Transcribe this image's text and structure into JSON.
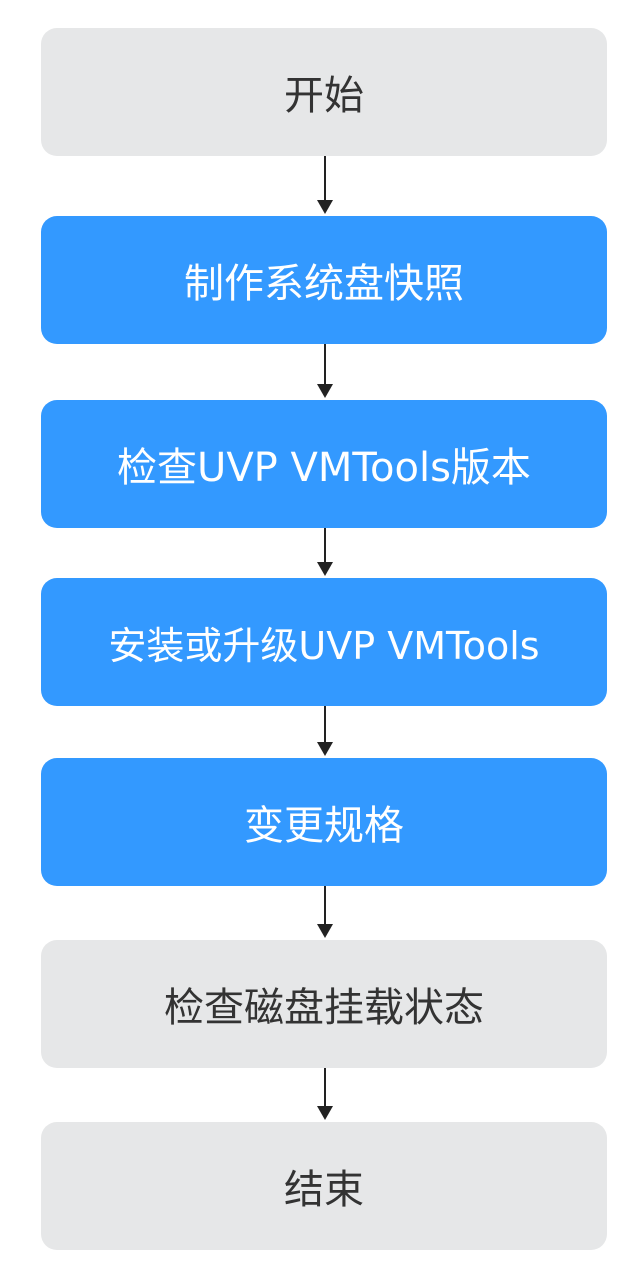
{
  "flowchart": {
    "steps": [
      {
        "label": "开始",
        "style": "gray"
      },
      {
        "label": "制作系统盘快照",
        "style": "blue"
      },
      {
        "label": "检查UVP VMTools版本",
        "style": "blue"
      },
      {
        "label": "安装或升级UVP VMTools",
        "style": "blue"
      },
      {
        "label": "变更规格",
        "style": "blue"
      },
      {
        "label": "检查磁盘挂载状态",
        "style": "gray"
      },
      {
        "label": "结束",
        "style": "gray"
      }
    ],
    "colors": {
      "gray_box": "#e6e7e8",
      "gray_text": "#333333",
      "blue_box": "#3399ff",
      "blue_text": "#ffffff",
      "arrow": "#222222"
    }
  }
}
